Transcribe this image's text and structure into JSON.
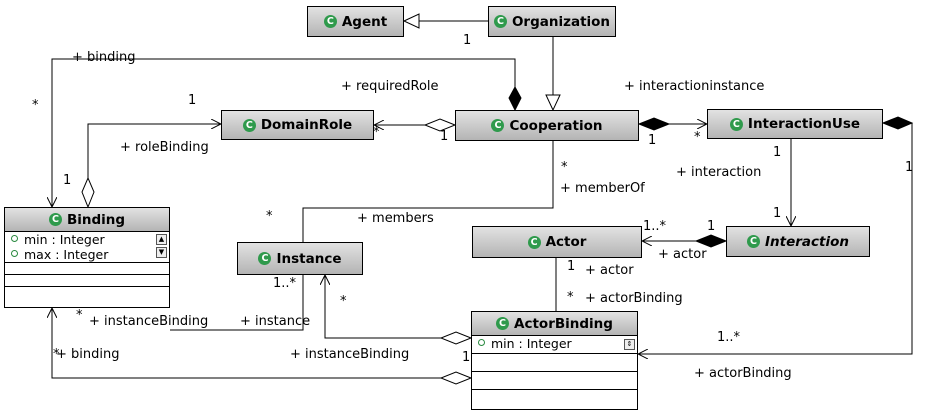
{
  "classes": {
    "agent": {
      "name": "Agent"
    },
    "organization": {
      "name": "Organization"
    },
    "domain_role": {
      "name": "DomainRole"
    },
    "cooperation": {
      "name": "Cooperation"
    },
    "interaction_use": {
      "name": "InteractionUse"
    },
    "binding": {
      "name": "Binding",
      "attributes": [
        "min : Integer",
        "max : Integer"
      ]
    },
    "instance": {
      "name": "Instance"
    },
    "actor": {
      "name": "Actor"
    },
    "interaction": {
      "name": "Interaction",
      "abstract": true
    },
    "actor_binding": {
      "name": "ActorBinding",
      "attributes": [
        "min : Integer"
      ]
    }
  },
  "class_icon": "class-icon (C)",
  "labels": {
    "binding_role": "+ binding",
    "required_role": "+ requiredRole",
    "interaction_instance": "+ interactioninstance",
    "role_binding": "+ roleBinding",
    "interaction_role": "+ interaction",
    "member_of": "+ memberOf",
    "members": "+ members",
    "actor_role_left": "+ actor",
    "actor_role_down": "+ actor",
    "actor_binding_role_mid": "+ actorBinding",
    "instance_binding_left": "+ instanceBinding",
    "instance_role": "+ instance",
    "instance_binding_mid": "+ instanceBinding",
    "binding_role_bottom": "+ binding",
    "actor_binding_role_right": "+ actorBinding"
  },
  "multiplicities": {
    "org_gen": "1",
    "binding_top": "*",
    "domainrole_top": "1",
    "binding_roleside": "1",
    "cooperation_role_many": "*",
    "cooperation_role_one": "1",
    "cooperation_iu_one": "1",
    "iu_many": "*",
    "coop_member_many": "*",
    "iu_interaction_one": "1",
    "iu_right_one": "1",
    "interaction_one": "1",
    "actor_many": "1..*",
    "actor_interaction_one": "1",
    "members_many": "*",
    "instance_many": "1..*",
    "actor_one": "1",
    "actorbinding_many": "*",
    "instance_star": "*",
    "binding_inst_many": "*",
    "binding_bottom_many": "*",
    "actorbinding_one": "1",
    "iu_ab_many": "1..*"
  }
}
